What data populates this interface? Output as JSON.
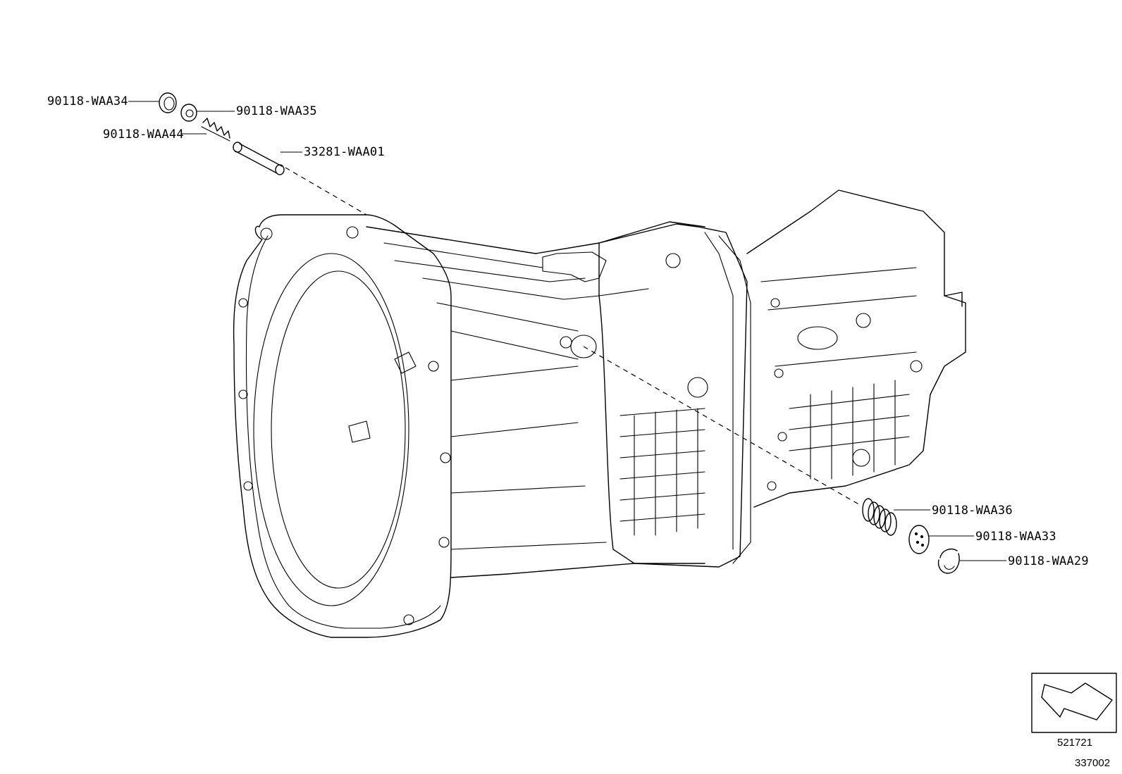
{
  "parts": [
    {
      "id": "p1",
      "number": "90118-WAA34"
    },
    {
      "id": "p2",
      "number": "90118-WAA35"
    },
    {
      "id": "p3",
      "number": "90118-WAA44"
    },
    {
      "id": "p4",
      "number": "33281-WAA01"
    },
    {
      "id": "p5",
      "number": "90118-WAA36"
    },
    {
      "id": "p6",
      "number": "90118-WAA33"
    },
    {
      "id": "p7",
      "number": "90118-WAA29"
    }
  ],
  "view_arrow_ref": "521721",
  "figure_ref": "337002"
}
